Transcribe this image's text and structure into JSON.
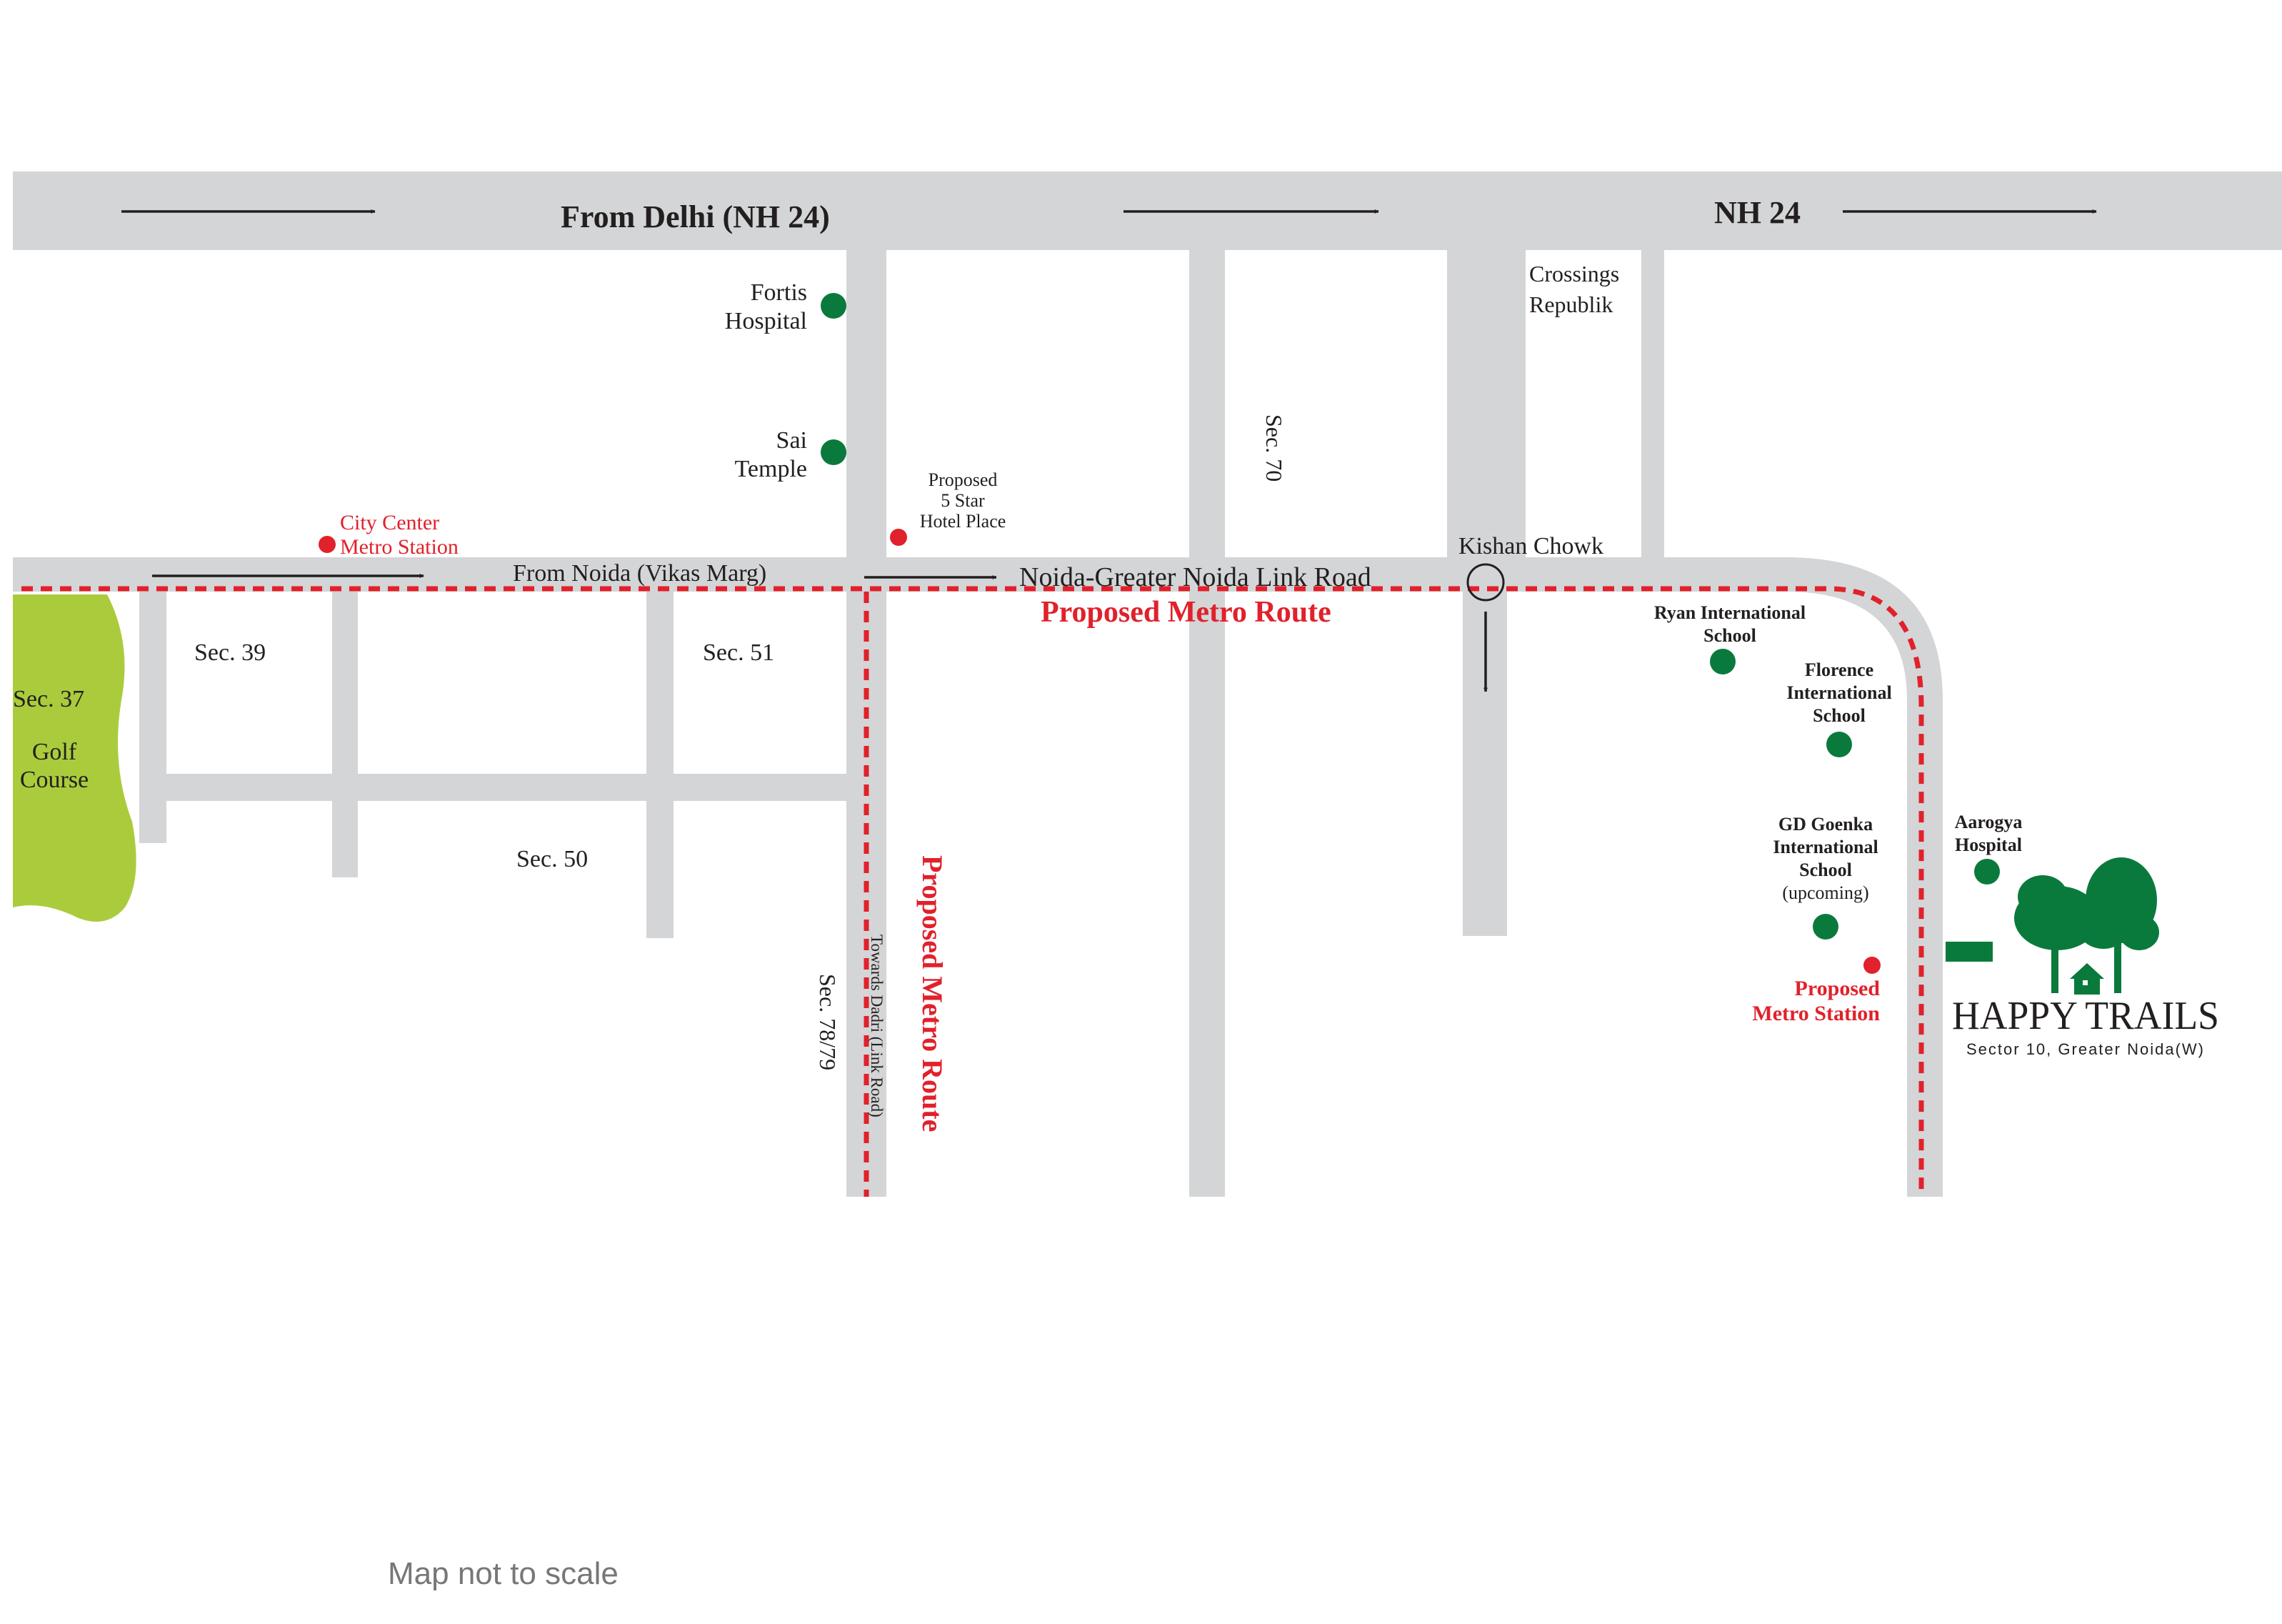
{
  "colors": {
    "road": "#d4d5d6",
    "text": "#231f20",
    "metro_red": "#e1212b",
    "marker_green": "#0a7a3c",
    "golf_green": "#aacc3c",
    "arrow": "#231f20",
    "brand_green": "#0a7a3c",
    "note_grey": "#777777"
  },
  "roads": {
    "nh24_left": "From Delhi (NH 24)",
    "nh24_right": "NH 24",
    "vikas_marg": "From Noida (Vikas Marg)",
    "link_road": "Noida-Greater Noida Link Road",
    "towards_dadri": "Towards Dadri (Link Road)",
    "kishan_chowk": "Kishan Chowk",
    "sec70": "Sec. 70",
    "sec7879": "Sec. 78/79"
  },
  "metro": {
    "route_horizontal": "Proposed Metro Route",
    "route_vertical": "Proposed Metro Route",
    "city_center": [
      "City Center",
      "Metro Station"
    ],
    "proposed_station": [
      "Proposed",
      "Metro Station"
    ]
  },
  "sectors": {
    "sec37": "Sec. 37",
    "golf": [
      "Golf",
      "Course"
    ],
    "sec39": "Sec. 39",
    "sec51": "Sec. 51",
    "sec50": "Sec. 50"
  },
  "landmarks": {
    "fortis": [
      "Fortis",
      "Hospital"
    ],
    "sai": [
      "Sai",
      "Temple"
    ],
    "hotel": [
      "Proposed",
      "5 Star",
      "Hotel Place"
    ],
    "crossings": [
      "Crossings",
      "Republik"
    ],
    "ryan": [
      "Ryan International",
      "School"
    ],
    "florence": [
      "Florence",
      "International",
      "School"
    ],
    "gdgoenka": [
      "GD Goenka",
      "International",
      "School",
      "(upcoming)"
    ],
    "aarogya": [
      "Aarogya",
      "Hospital"
    ]
  },
  "brand": {
    "name": "HAPPY TRAILS",
    "tagline": "Sector 10, Greater Noida(W)",
    "icon": "tree-house-icon"
  },
  "note": "Map not to scale"
}
